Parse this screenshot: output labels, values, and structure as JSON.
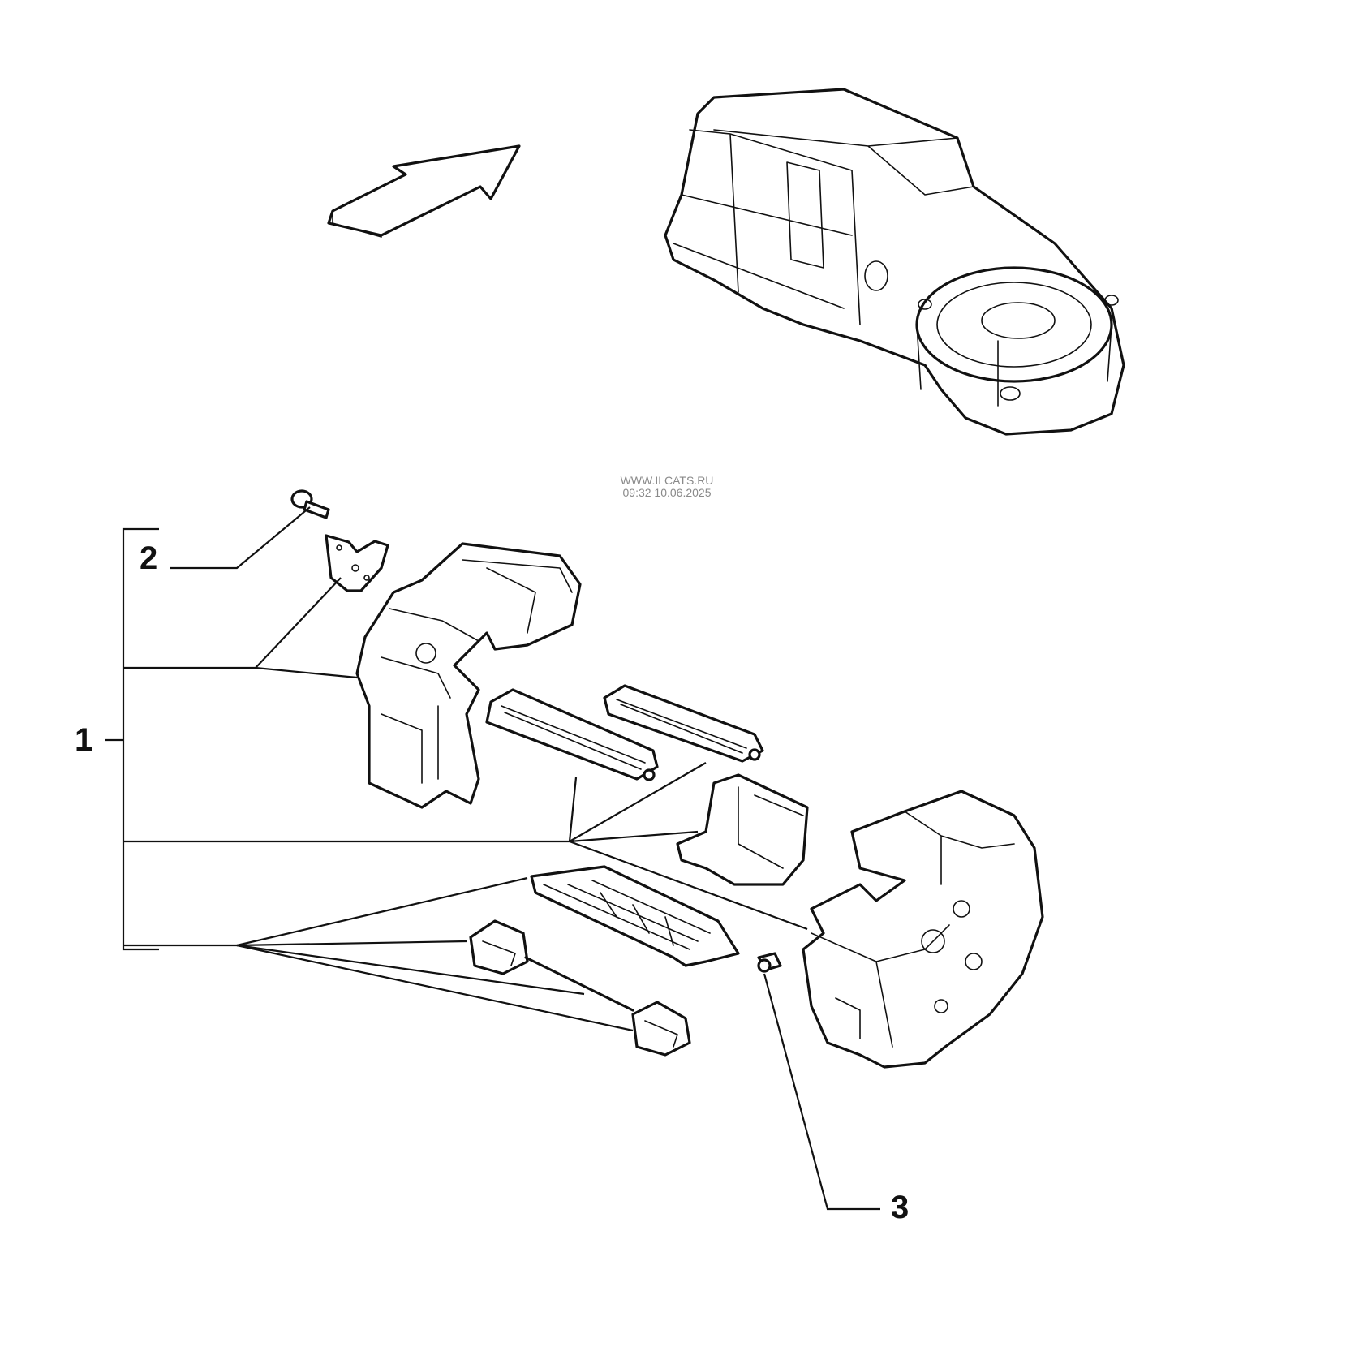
{
  "callouts": [
    {
      "id": "1",
      "text": "1"
    },
    {
      "id": "2",
      "text": "2"
    },
    {
      "id": "3",
      "text": "3"
    }
  ],
  "watermark": {
    "line1": "WWW.ILCATS.RU",
    "line2": "09:32 10.06.2025"
  },
  "icons": {
    "direction": "arrow-icon",
    "assembly": "heater-housing-assembly"
  }
}
